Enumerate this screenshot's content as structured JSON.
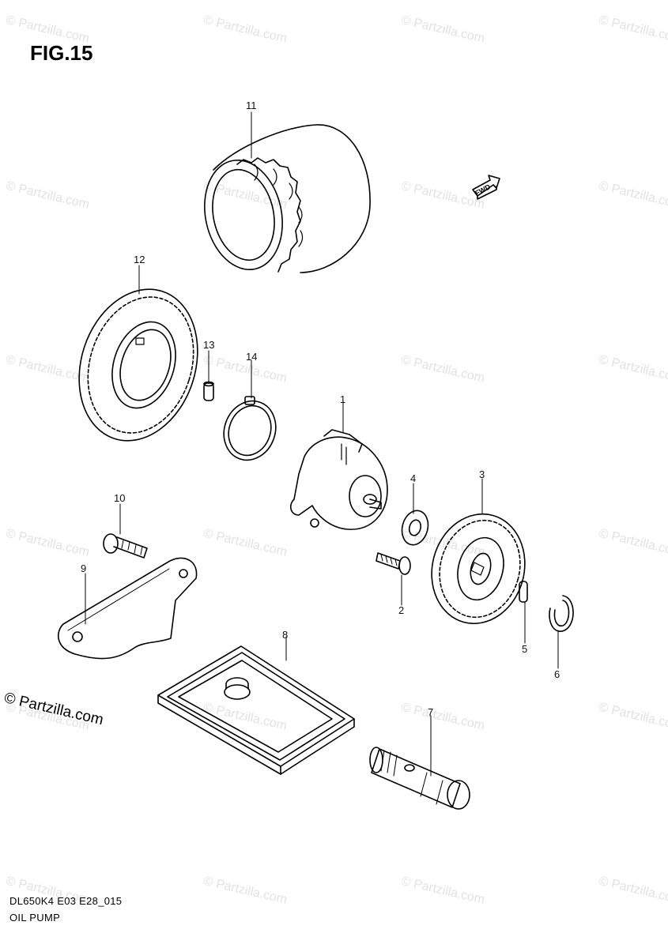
{
  "figure": {
    "title": "FIG.15",
    "code": "DL650K4 E03 E28_015",
    "name": "OIL PUMP"
  },
  "copyright": "© Partzilla.com",
  "watermark": "© Partzilla.com",
  "fwd_label": "FWD",
  "callouts": [
    {
      "id": "p1",
      "number": "1"
    },
    {
      "id": "p2",
      "number": "2"
    },
    {
      "id": "p3",
      "number": "3"
    },
    {
      "id": "p4",
      "number": "4"
    },
    {
      "id": "p5",
      "number": "5"
    },
    {
      "id": "p6",
      "number": "6"
    },
    {
      "id": "p7",
      "number": "7"
    },
    {
      "id": "p8",
      "number": "8"
    },
    {
      "id": "p9",
      "number": "9"
    },
    {
      "id": "p10",
      "number": "10"
    },
    {
      "id": "p11",
      "number": "11"
    },
    {
      "id": "p12",
      "number": "12"
    },
    {
      "id": "p13",
      "number": "13"
    },
    {
      "id": "p14",
      "number": "14"
    }
  ]
}
